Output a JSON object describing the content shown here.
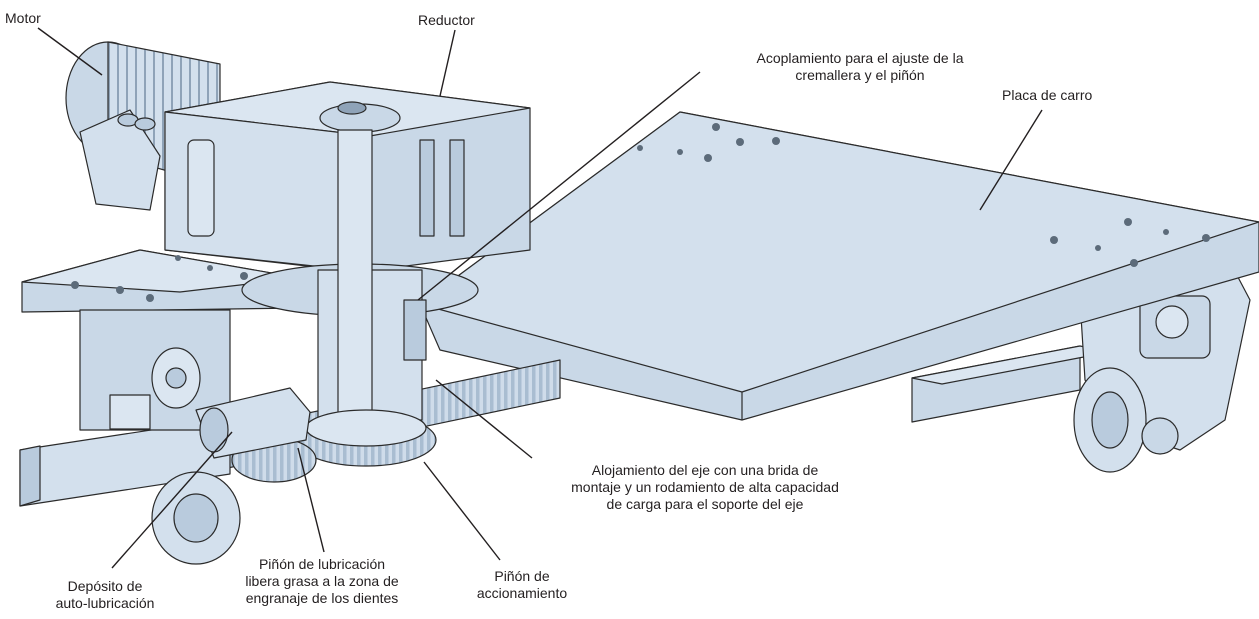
{
  "labels": {
    "motor": "Motor",
    "reductor": "Reductor",
    "acoplamiento": [
      "Acoplamiento para el ajuste de la",
      "cremallera y el piñón"
    ],
    "placa": "Placa de carro",
    "alojamiento": [
      "Alojamiento del eje con una brida de",
      "montaje y un rodamiento de alta capacidad",
      "de carga para el soporte del eje"
    ],
    "pinon_accionamiento": [
      "Piñón de",
      "accionamiento"
    ],
    "pinon_lubricacion": [
      "Piñón de lubricación",
      "libera grasa a la zona de",
      "engranaje de los dientes"
    ],
    "deposito": [
      "Depósito de",
      "auto-lubricación"
    ]
  },
  "colors": {
    "metal_fill": "#d3e0ed",
    "metal_dark": "#b9cbdd",
    "outline": "#2b2b2b",
    "text": "#231f20"
  }
}
